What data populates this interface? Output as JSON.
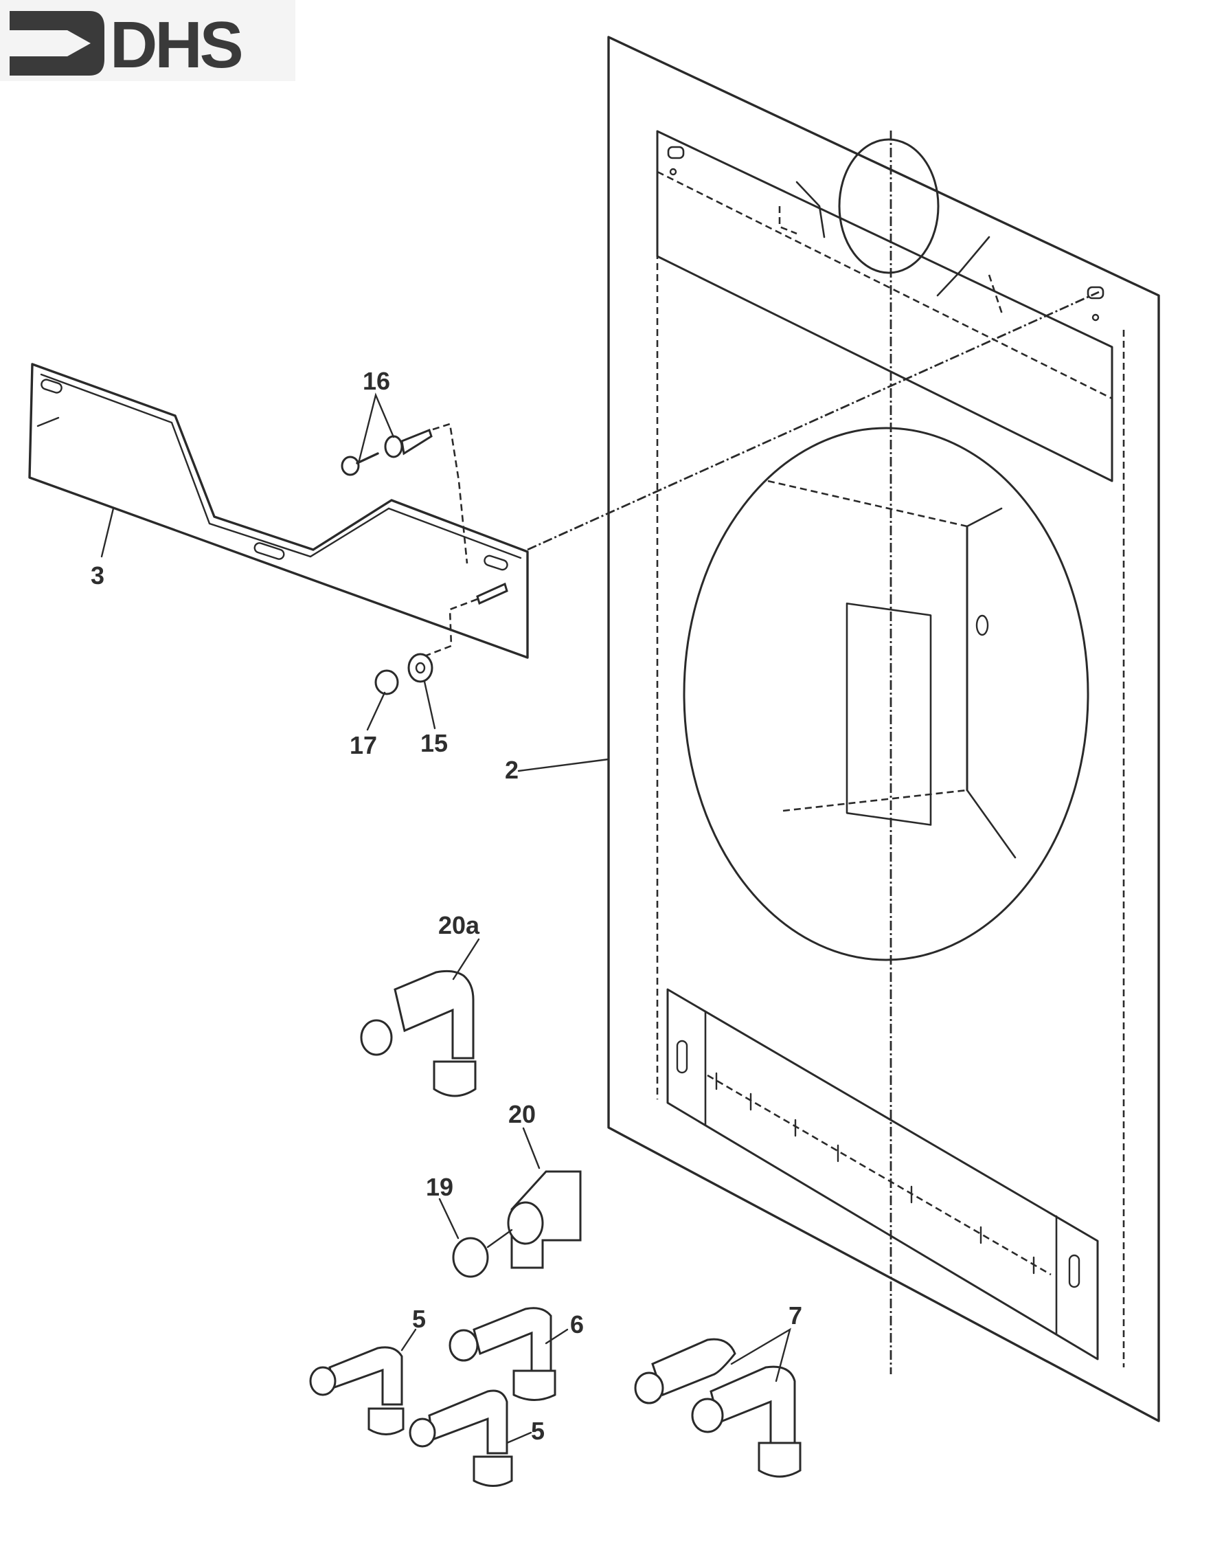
{
  "logo": {
    "brand_text": "DHS",
    "icon": "arrow-bracket-icon",
    "color": "#3a3a3a"
  },
  "diagram": {
    "type": "exploded-parts-view",
    "line_color": "#2a2a2a",
    "background": "#ffffff",
    "callouts": [
      {
        "id": "c2",
        "label": "2",
        "part": "wall-mounting-template"
      },
      {
        "id": "c3",
        "label": "3",
        "part": "mounting-bracket"
      },
      {
        "id": "c5a",
        "label": "5",
        "part": "elbow-fitting"
      },
      {
        "id": "c5b",
        "label": "5",
        "part": "elbow-fitting"
      },
      {
        "id": "c6",
        "label": "6",
        "part": "elbow-valve-fitting"
      },
      {
        "id": "c7",
        "label": "7",
        "part": "valve-elbow-pair"
      },
      {
        "id": "c15",
        "label": "15",
        "part": "washer"
      },
      {
        "id": "c16",
        "label": "16",
        "part": "screw-and-wall-plug"
      },
      {
        "id": "c17",
        "label": "17",
        "part": "nut"
      },
      {
        "id": "c19",
        "label": "19",
        "part": "valve-insert"
      },
      {
        "id": "c20",
        "label": "20",
        "part": "angle-valve"
      },
      {
        "id": "c20a",
        "label": "20a",
        "part": "angle-valve-elbow"
      }
    ]
  }
}
